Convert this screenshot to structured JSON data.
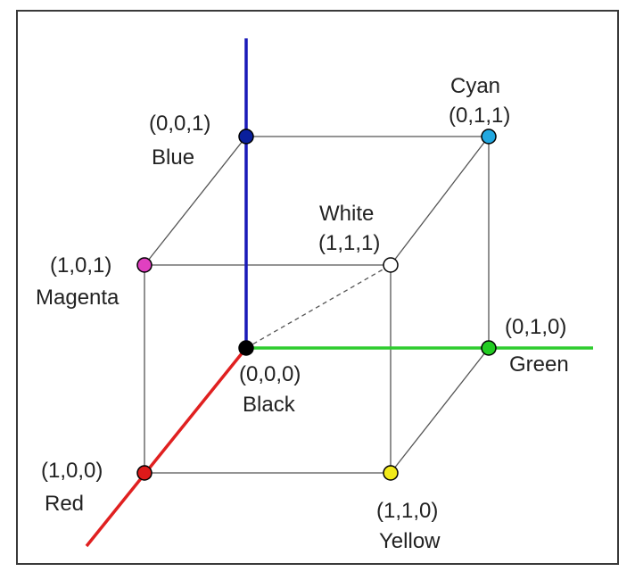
{
  "diagram": {
    "colors": {
      "frame": "#3a3a3a",
      "edge": "#555555",
      "dashed_edge": "#555555",
      "blue_axis": "#1a1ab8",
      "green_axis": "#2ecc2e",
      "red_axis": "#e02020"
    },
    "vertices": {
      "black": {
        "name": "Black",
        "coord": "(0,0,0)",
        "color": "#000000"
      },
      "blue": {
        "name": "Blue",
        "coord": "(0,0,1)",
        "color": "#0a1f9c"
      },
      "cyan": {
        "name": "Cyan",
        "coord": "(0,1,1)",
        "color": "#22a8e0"
      },
      "white": {
        "name": "White",
        "coord": "(1,1,1)",
        "color": "#ffffff"
      },
      "magenta": {
        "name": "Magenta",
        "coord": "(1,0,1)",
        "color": "#e040c0"
      },
      "green": {
        "name": "Green",
        "coord": "(0,1,0)",
        "color": "#22cc22"
      },
      "red": {
        "name": "Red",
        "coord": "(1,0,0)",
        "color": "#dd1a1a"
      },
      "yellow": {
        "name": "Yellow",
        "coord": "(1,1,0)",
        "color": "#f2ea1a"
      }
    }
  }
}
